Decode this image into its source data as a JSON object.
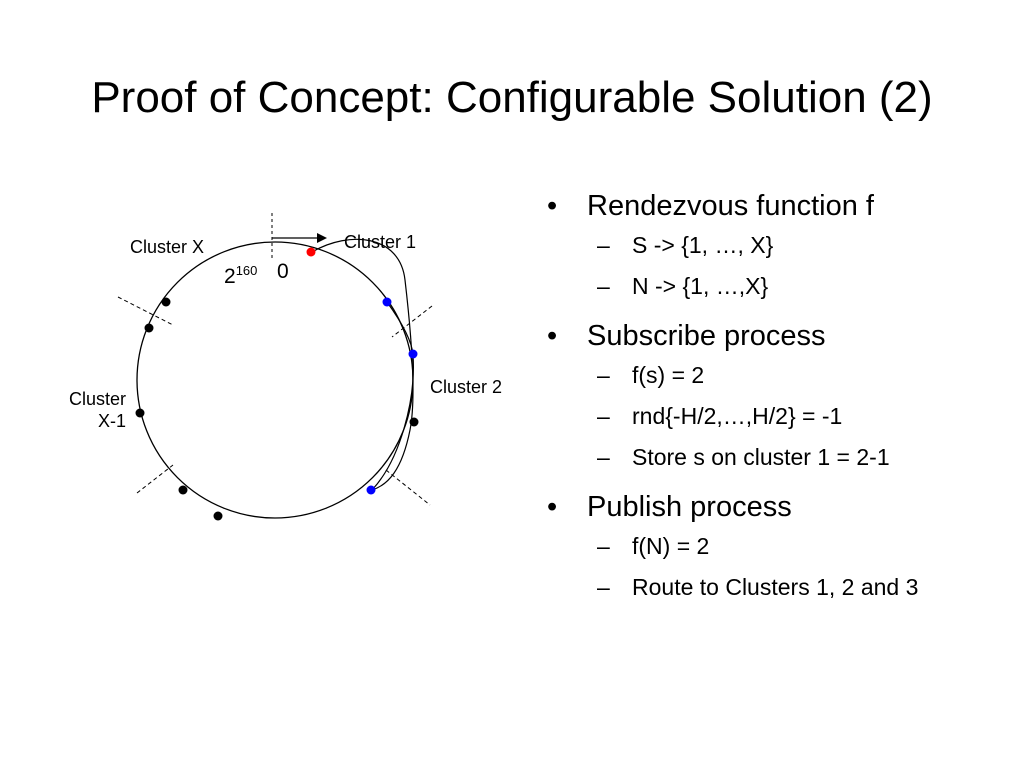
{
  "slide": {
    "title": "Proof of Concept: Configurable Solution (2)"
  },
  "diagram": {
    "labels": {
      "cluster_x": "Cluster X",
      "cluster_1": "Cluster 1",
      "cluster_2": "Cluster 2",
      "cluster_x_minus_1_line1": "Cluster",
      "cluster_x_minus_1_line2": "X-1",
      "ring_max_base": "2",
      "ring_max_exp": "160",
      "ring_zero": "0"
    },
    "colors": {
      "subscriber_node": "#ff0000",
      "cluster1_nodes": "#0000ff",
      "other_nodes": "#000000"
    }
  },
  "bullets": [
    {
      "text": "Rendezvous function f",
      "sub": [
        "S -> {1, …, X}",
        "N -> {1, …,X}"
      ]
    },
    {
      "text": "Subscribe process",
      "sub": [
        "f(s) = 2",
        "rnd{-H/2,…,H/2} = -1",
        "Store s on cluster 1 = 2-1"
      ]
    },
    {
      "text": "Publish process",
      "sub": [
        "f(N) = 2",
        "Route to Clusters 1, 2 and 3"
      ]
    }
  ]
}
